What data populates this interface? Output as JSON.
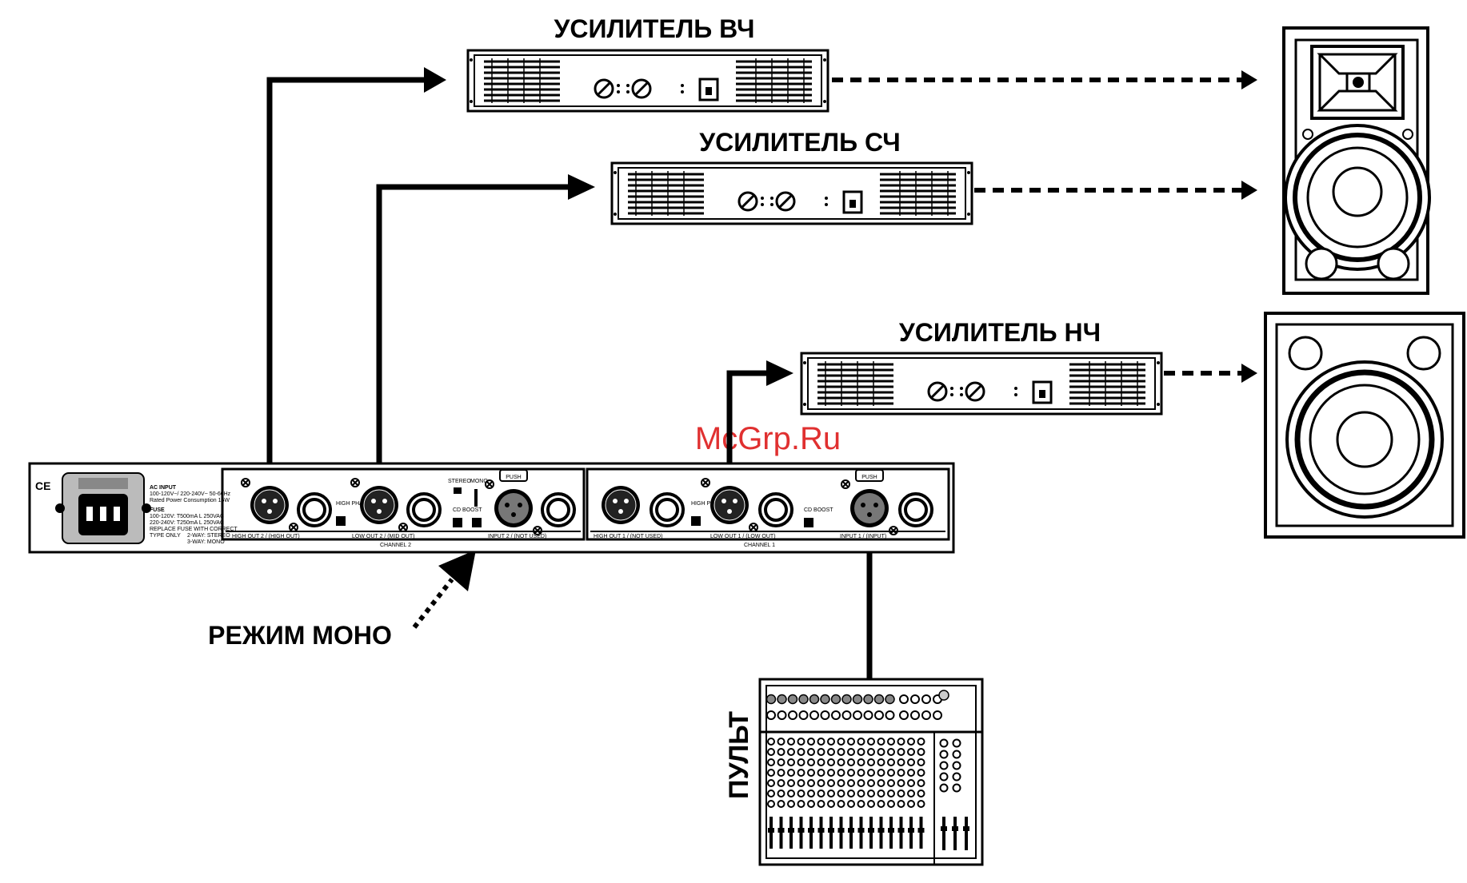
{
  "labels": {
    "amp_high": "УСИЛИТЕЛЬ ВЧ",
    "amp_mid": "УСИЛИТЕЛЬ СЧ",
    "amp_low": "УСИЛИТЕЛЬ НЧ",
    "mono_mode": "РЕЖИМ МОНО",
    "mixer": "ПУЛЬТ",
    "watermark": "McGrp.Ru"
  },
  "crossover": {
    "ce_mark": "CE",
    "ac_input_title": "AC INPUT",
    "ac_input_lines": [
      "100-120V~/ 220-240V~ 50-60Hz",
      "Rated Power Consumption 15W"
    ],
    "fuse_title": "FUSE",
    "fuse_lines": [
      "100-120V: T500mA L 250VAC",
      "220-240V: T250mA L 250VAC",
      "REPLACE FUSE WITH CORRECT",
      "TYPE ONLY"
    ],
    "mode_lines": [
      "2-WAY: STEREO",
      "3-WAY: MONO"
    ],
    "high_phase": "HIGH PHASE",
    "cd_boost": "CD BOOST",
    "stereo": "STEREO",
    "mono": "MONO",
    "push": "PUSH",
    "ch2_high_out": "HIGH OUT 2 / (HIGH OUT)",
    "ch2_low_out": "LOW OUT 2 / (MID OUT)",
    "ch2_input": "INPUT 2 / (NOT USED)",
    "ch2_name": "CHANNEL 2",
    "ch1_high_out": "HIGH OUT 1 / (NOT USED)",
    "ch1_low_out": "LOW OUT 1 / (LOW OUT)",
    "ch1_input": "INPUT 1 / (INPUT)",
    "ch1_name": "CHANNEL 1"
  }
}
